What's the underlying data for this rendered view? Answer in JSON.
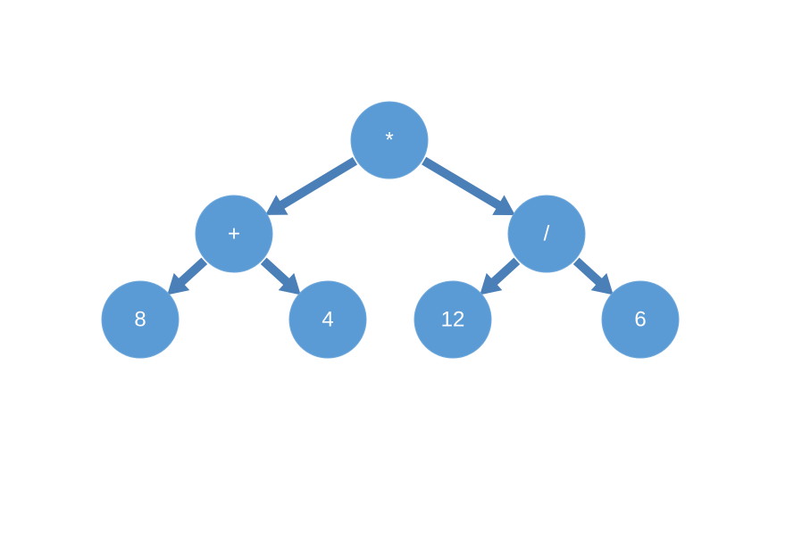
{
  "diagram": {
    "type": "expression-tree",
    "colors": {
      "node_fill": "#5B9BD5",
      "arrow": "#4A7FB8",
      "label": "#FFFFFF"
    },
    "nodes": [
      {
        "id": "root",
        "label": "*"
      },
      {
        "id": "plus",
        "label": "+"
      },
      {
        "id": "div",
        "label": "/"
      },
      {
        "id": "n8",
        "label": "8"
      },
      {
        "id": "n4",
        "label": "4"
      },
      {
        "id": "n12",
        "label": "12"
      },
      {
        "id": "n6",
        "label": "6"
      }
    ],
    "edges": [
      {
        "from": "root",
        "to": "plus"
      },
      {
        "from": "root",
        "to": "div"
      },
      {
        "from": "plus",
        "to": "n8"
      },
      {
        "from": "plus",
        "to": "n4"
      },
      {
        "from": "div",
        "to": "n12"
      },
      {
        "from": "div",
        "to": "n6"
      }
    ]
  }
}
